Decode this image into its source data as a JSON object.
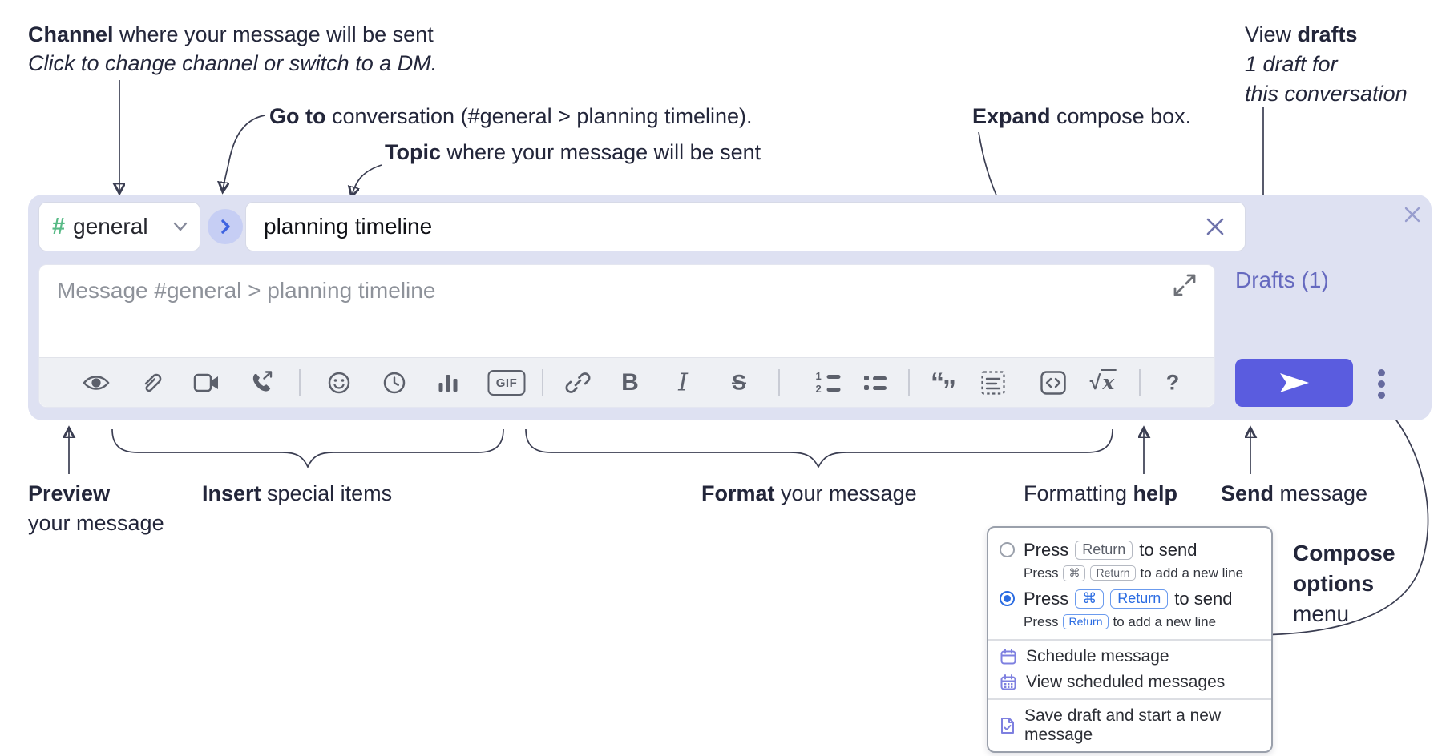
{
  "annotations": {
    "channel": {
      "bold": "Channel",
      "rest": " where your message will be sent",
      "sub": "Click to change channel or switch to a DM."
    },
    "goto": {
      "bold": "Go to",
      "rest": " conversation (#general > planning timeline)."
    },
    "topic": {
      "bold": "Topic",
      "rest": " where your message will be sent"
    },
    "expand": {
      "bold": "Expand",
      "rest": " compose box."
    },
    "drafts": {
      "pre": "View ",
      "bold": "drafts",
      "line2": "1 draft for",
      "line3": "this conversation"
    },
    "preview": {
      "bold": "Preview",
      "line2": "your message"
    },
    "insert": {
      "bold": "Insert",
      "rest": " special items"
    },
    "format": {
      "bold": "Format",
      "rest": " your message"
    },
    "help": {
      "pre": "Formatting ",
      "bold": "help"
    },
    "send": {
      "bold": "Send",
      "rest": " message"
    },
    "compose_options": {
      "line1": "Compose",
      "line2": "options",
      "line3": "menu"
    }
  },
  "composer": {
    "channel_hash": "#",
    "channel_name": "general",
    "topic_value": "planning timeline",
    "message_placeholder": "Message #general > planning timeline",
    "drafts_link": "Drafts (1)",
    "toolbar": {
      "gif": "GIF",
      "bold": "B",
      "italic": "I",
      "strike": "S",
      "ol_1": "1",
      "ol_2": "2",
      "quote_open": "“",
      "quote_close": "”",
      "formula_root": "√",
      "formula_var": "x",
      "help": "?"
    }
  },
  "menu": {
    "press": "Press",
    "to_send": "to send",
    "to_newline": "to add a new line",
    "key_return": "Return",
    "key_cmd": "⌘",
    "item_schedule": "Schedule message",
    "item_view_scheduled": "View scheduled messages",
    "item_save_draft": "Save draft and start a new message"
  },
  "colors": {
    "composer_bg": "#dee1f2",
    "send_button": "#5a5cdf",
    "drafts_link": "#6569bf",
    "channel_hash_green": "#58ba86",
    "go_circle_bg": "#c6cef4",
    "go_arrow_blue": "#3e63e0",
    "selected_blue": "#2b6ce2",
    "menu_icon_purple": "#7e80e0",
    "toolbar_icon_gray": "#5c606b",
    "annotation_text": "#23263a"
  }
}
